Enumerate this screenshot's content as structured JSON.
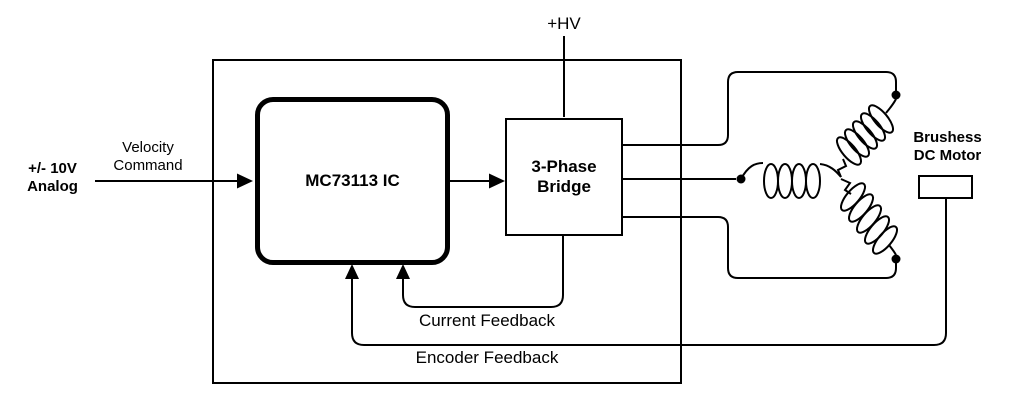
{
  "diagram": {
    "input": {
      "line1": "+/- 10V",
      "line2": "Analog"
    },
    "command": {
      "line1": "Velocity",
      "line2": "Command"
    },
    "supply": "+HV",
    "controller": "MC73113 IC",
    "bridge": {
      "line1": "3-Phase",
      "line2": "Bridge"
    },
    "feedback": {
      "current": "Current Feedback",
      "encoder": "Encoder Feedback"
    },
    "motor": {
      "line1": "Brushess",
      "line2": "DC Motor"
    }
  },
  "colors": {
    "line": "#000000",
    "background": "#ffffff"
  }
}
